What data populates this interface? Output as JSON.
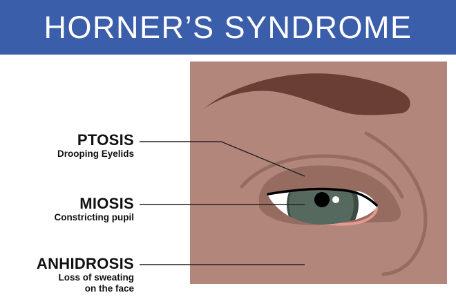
{
  "header": {
    "title": "HORNER’S SYNDROME",
    "background": "#3b5eab"
  },
  "labels": [
    {
      "term": "PTOSIS",
      "description": [
        "Drooping Eyelids"
      ]
    },
    {
      "term": "MIOSIS",
      "description": [
        "Constricting pupil"
      ]
    },
    {
      "term": "ANHIDROSIS",
      "description": [
        "Loss of sweating",
        "on the face"
      ]
    }
  ],
  "colors": {
    "skin": "#b2867a",
    "shadow": "#966b60",
    "brow": "#6a3e35",
    "iris": "#56695e",
    "iris_ring": "#3c4c43",
    "lid_rim": "#e89a92"
  }
}
